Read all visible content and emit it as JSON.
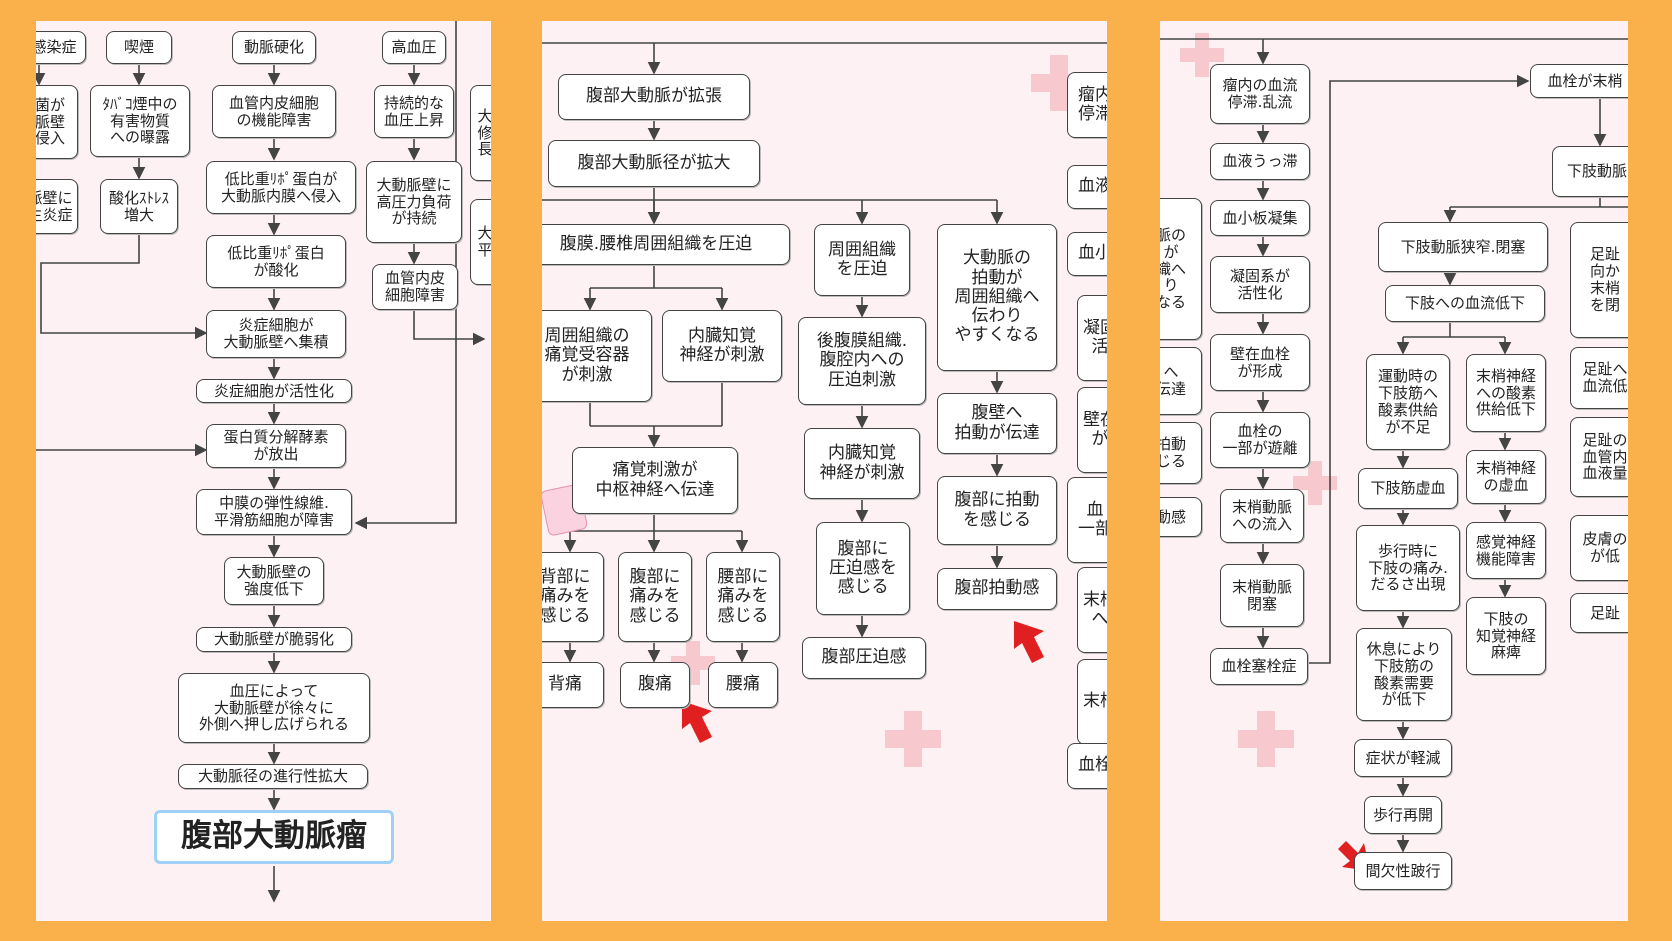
{
  "panel1": {
    "boxes": {
      "kansen": "感染症",
      "kitsuen": "喫煙",
      "doumyaku_kouka": "動脈硬化",
      "kouketsuatsu": "高血圧",
      "saikin": "菌が\n脈壁\n侵入",
      "tabako": "ﾀﾊﾞｺ煙中の\n有害物質\nへの曝露",
      "naihi_kinou": "血管内皮細胞\nの機能障害",
      "jizoku": "持続的な\n血圧上昇",
      "ldl_shinnyu": "低比重ﾘﾎﾟ蛋白が\n大動脈内膜へ侵入",
      "seishoku_left": "大\n修\n長",
      "nyokokuen": "脈壁に\n生炎症",
      "sanka_stress": "酸化ｽﾄﾚｽ\n増大",
      "ldl_sanka": "低比重ﾘﾎﾟ蛋白\nが酸化",
      "kouatsu_fuka": "大動脈壁に\n高圧力負荷\nが持続",
      "heikatsu_right": "大\n平",
      "naihi_shogai": "血管内皮\n細胞障害",
      "ensho_shuseki": "炎症細胞が\n大動脈壁へ集積",
      "ensho_kassei": "炎症細胞が活性化",
      "tanpaku": "蛋白質分解酵素\nが放出",
      "chumaku": "中膜の弾性線維.\n平滑筋細胞が障害",
      "kyoudo": "大動脈壁の\n強度低下",
      "zeijaku": "大動脈壁が脆弱化",
      "oshihiro": "血圧によって\n大動脈壁が徐々に\n外側へ押し広げられる",
      "shinkou": "大動脈径の進行性拡大",
      "title": "腹部大動脈瘤"
    }
  },
  "panel2": {
    "boxes": {
      "kakuchou": "腹部大動脈が拡張",
      "kei_kakudai": "腹部大動脈径が拡大",
      "appaku_fukumaku": "腹膜.腰椎周囲組織を圧迫",
      "appaku_shui": "周囲組織\nを圧迫",
      "hakudou_tsutawari": "大動脈の\n拍動が\n周囲組織へ\n伝わり\nやすくなる",
      "shui_jukaki": "周囲組織の\n痛覚受容器\nが刺激",
      "naizou_shinkei": "内臓知覚\n神経が刺激",
      "koufukumaku": "後腹膜組織.\n腹腔内への\n圧迫刺激",
      "fukuheki_hakudou": "腹壁へ\n拍動が伝達",
      "tsuukaku_chusu": "痛覚刺激が\n中枢神経へ伝達",
      "naizou_shinkei2": "内臓知覚\n神経が刺激",
      "hakudou_kanjiru": "腹部に拍動\nを感じる",
      "senaka_itami": "背部に\n痛みを\n感じる",
      "fukubu_itami": "腹部に\n痛みを\n感じる",
      "yobu_itami": "腰部に\n痛みを\n感じる",
      "appakukan_kanjiru": "腹部に\n圧迫感を\n感じる",
      "fukubu_hakudoukan": "腹部拍動感",
      "seitsuu": "背痛",
      "fukutsuu": "腹痛",
      "youtsuu": "腰痛",
      "fukubu_appakukan": "腹部圧迫感",
      "right_1": "瘤内\n停滞",
      "right_2": "血液",
      "right_3": "血小",
      "right_4": "凝固\n活",
      "right_5": "壁在\nが",
      "right_6": "血\n一部",
      "right_7": "末梢\nへ",
      "right_8": "末梢\n",
      "right_9": "血栓"
    }
  },
  "panel3": {
    "boxes": {
      "ryunai": "瘤内の血流\n停滞.乱流",
      "kessen_matsu": "血栓が末梢",
      "ketsueki_ukkei": "血液うっ滞",
      "kashi_doumyaku_top": "下肢動脈",
      "left_1": "脈の\nが\n織へ\nり\nなる",
      "kesshouban": "血小板凝集",
      "kashi_kyousaku": "下肢動脈狭窄.閉塞",
      "ashiyubi_muke": "足趾\n向か\n末梢\nを閉",
      "gyouko": "凝固系が\n活性化",
      "kashi_ketsuryu": "下肢への血流低下",
      "left_2": "へ\n伝達",
      "hekizai": "壁在血栓\nが形成",
      "undou_kyouyu": "運動時の\n下肢筋へ\n酸素供給\nが不足",
      "matsushou_sanso": "末梢神経\nへの酸素\n供給低下",
      "ashiyubi_ketsuryu": "足趾へ\n血流低",
      "left_3": "拍動\nじる",
      "kessen_yuri": "血栓の\n一部が遊離",
      "ashiyubi_kekkan": "足趾の\n血管内\n血液量",
      "matsushou_kyoketsu": "末梢神経\nの虚血",
      "kashikin_kyoketsu": "下肢筋虚血",
      "left_4": "動感",
      "matsushou_ryunyu": "末梢動脈\nへの流入",
      "hokou_itami": "歩行時に\n下肢の痛み.\nだるさ出現",
      "kankaku_shinkei": "感覚神経\n機能障害",
      "hifu": "皮膚の\nが低",
      "matsushou_heisoku": "末梢動脈\n閉塞",
      "kashi_chikaku": "下肢の\n知覚神経\n麻痺",
      "ashiyubi_last": "足趾",
      "kyuusoku": "休息により\n下肢筋の\n酸素需要\nが低下",
      "kessen_sokusen": "血栓塞栓症",
      "shoujou_keigen": "症状が軽減",
      "hokou_saikai": "歩行再開",
      "kanketsu": "間欠性跛行"
    }
  },
  "colors": {
    "background": "#fbb14b",
    "panel": "#fdf1f3",
    "box_border": "#444444",
    "line": "#444444",
    "title_border": "#9fd0f5",
    "red_arrow": "#e02020",
    "cross": "#f7c9cf"
  }
}
